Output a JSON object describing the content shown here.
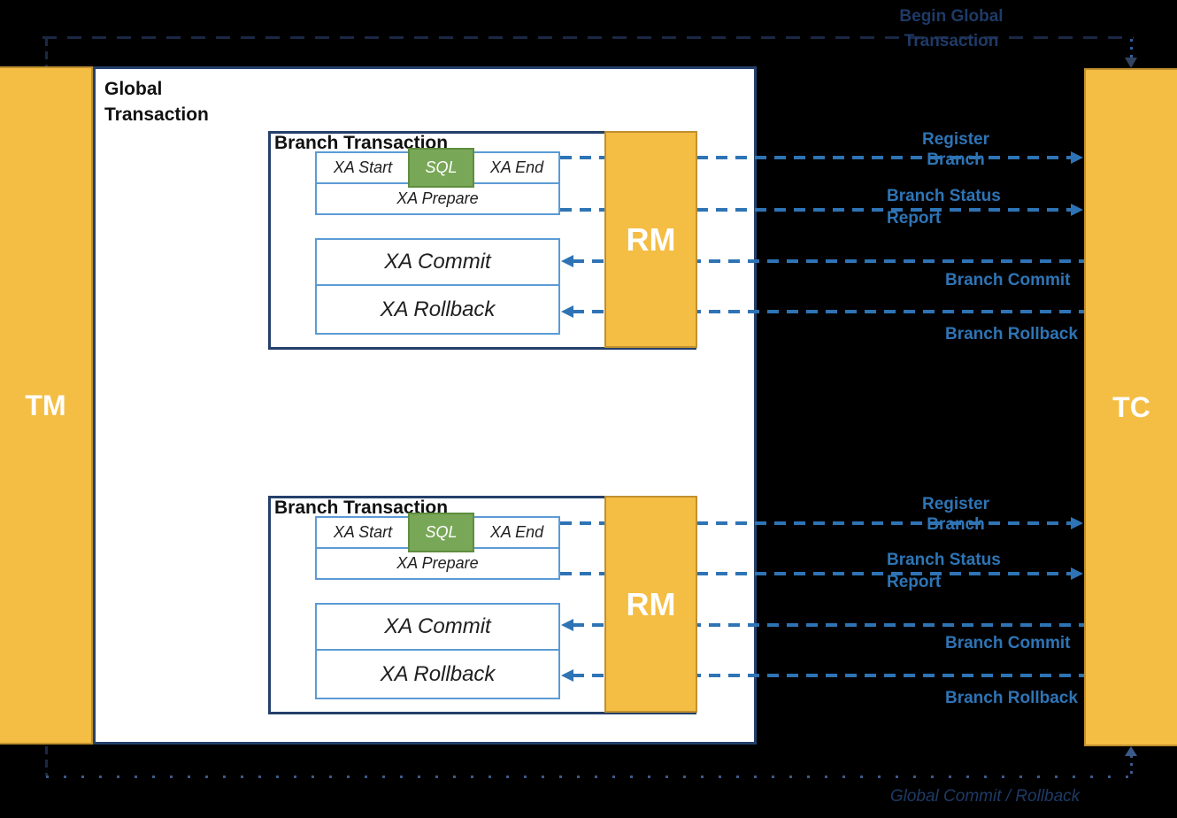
{
  "actors": {
    "tm": "TM",
    "tc": "TC",
    "rm": "RM"
  },
  "global_transaction": {
    "title": "Global\nTransaction"
  },
  "branch": {
    "title": "Branch Transaction",
    "xa_start": "XA Start",
    "sql": "SQL",
    "xa_end": "XA End",
    "xa_prepare": "XA Prepare",
    "xa_commit": "XA Commit",
    "xa_rollback": "XA Rollback"
  },
  "messages": {
    "register_branch": "Register\nBranch",
    "branch_status_report": "Branch Status\nReport",
    "branch_commit": "Branch Commit",
    "branch_rollback": "Branch Rollback",
    "begin_global_transaction": "Begin Global\nTransaction",
    "global_commit_rollback": "Global Commit / Rollback"
  },
  "colors": {
    "background": "#000000",
    "actor_fill": "#F4BD44",
    "actor_border": "#C0902F",
    "arrow_blue": "#2E74B5",
    "panel_border": "#24406B",
    "step_border": "#5B9BD5",
    "sql_fill": "#79A758",
    "sql_border": "#5E8E3E",
    "dark_label": "#1E3A66",
    "text_dark": "#1F1F1F",
    "connector_dark": "#1B2844",
    "connector_dot": "#3C5A8A",
    "connector_dot_top": "#2F5F9E",
    "connector_arrow_top": "#32435F"
  }
}
